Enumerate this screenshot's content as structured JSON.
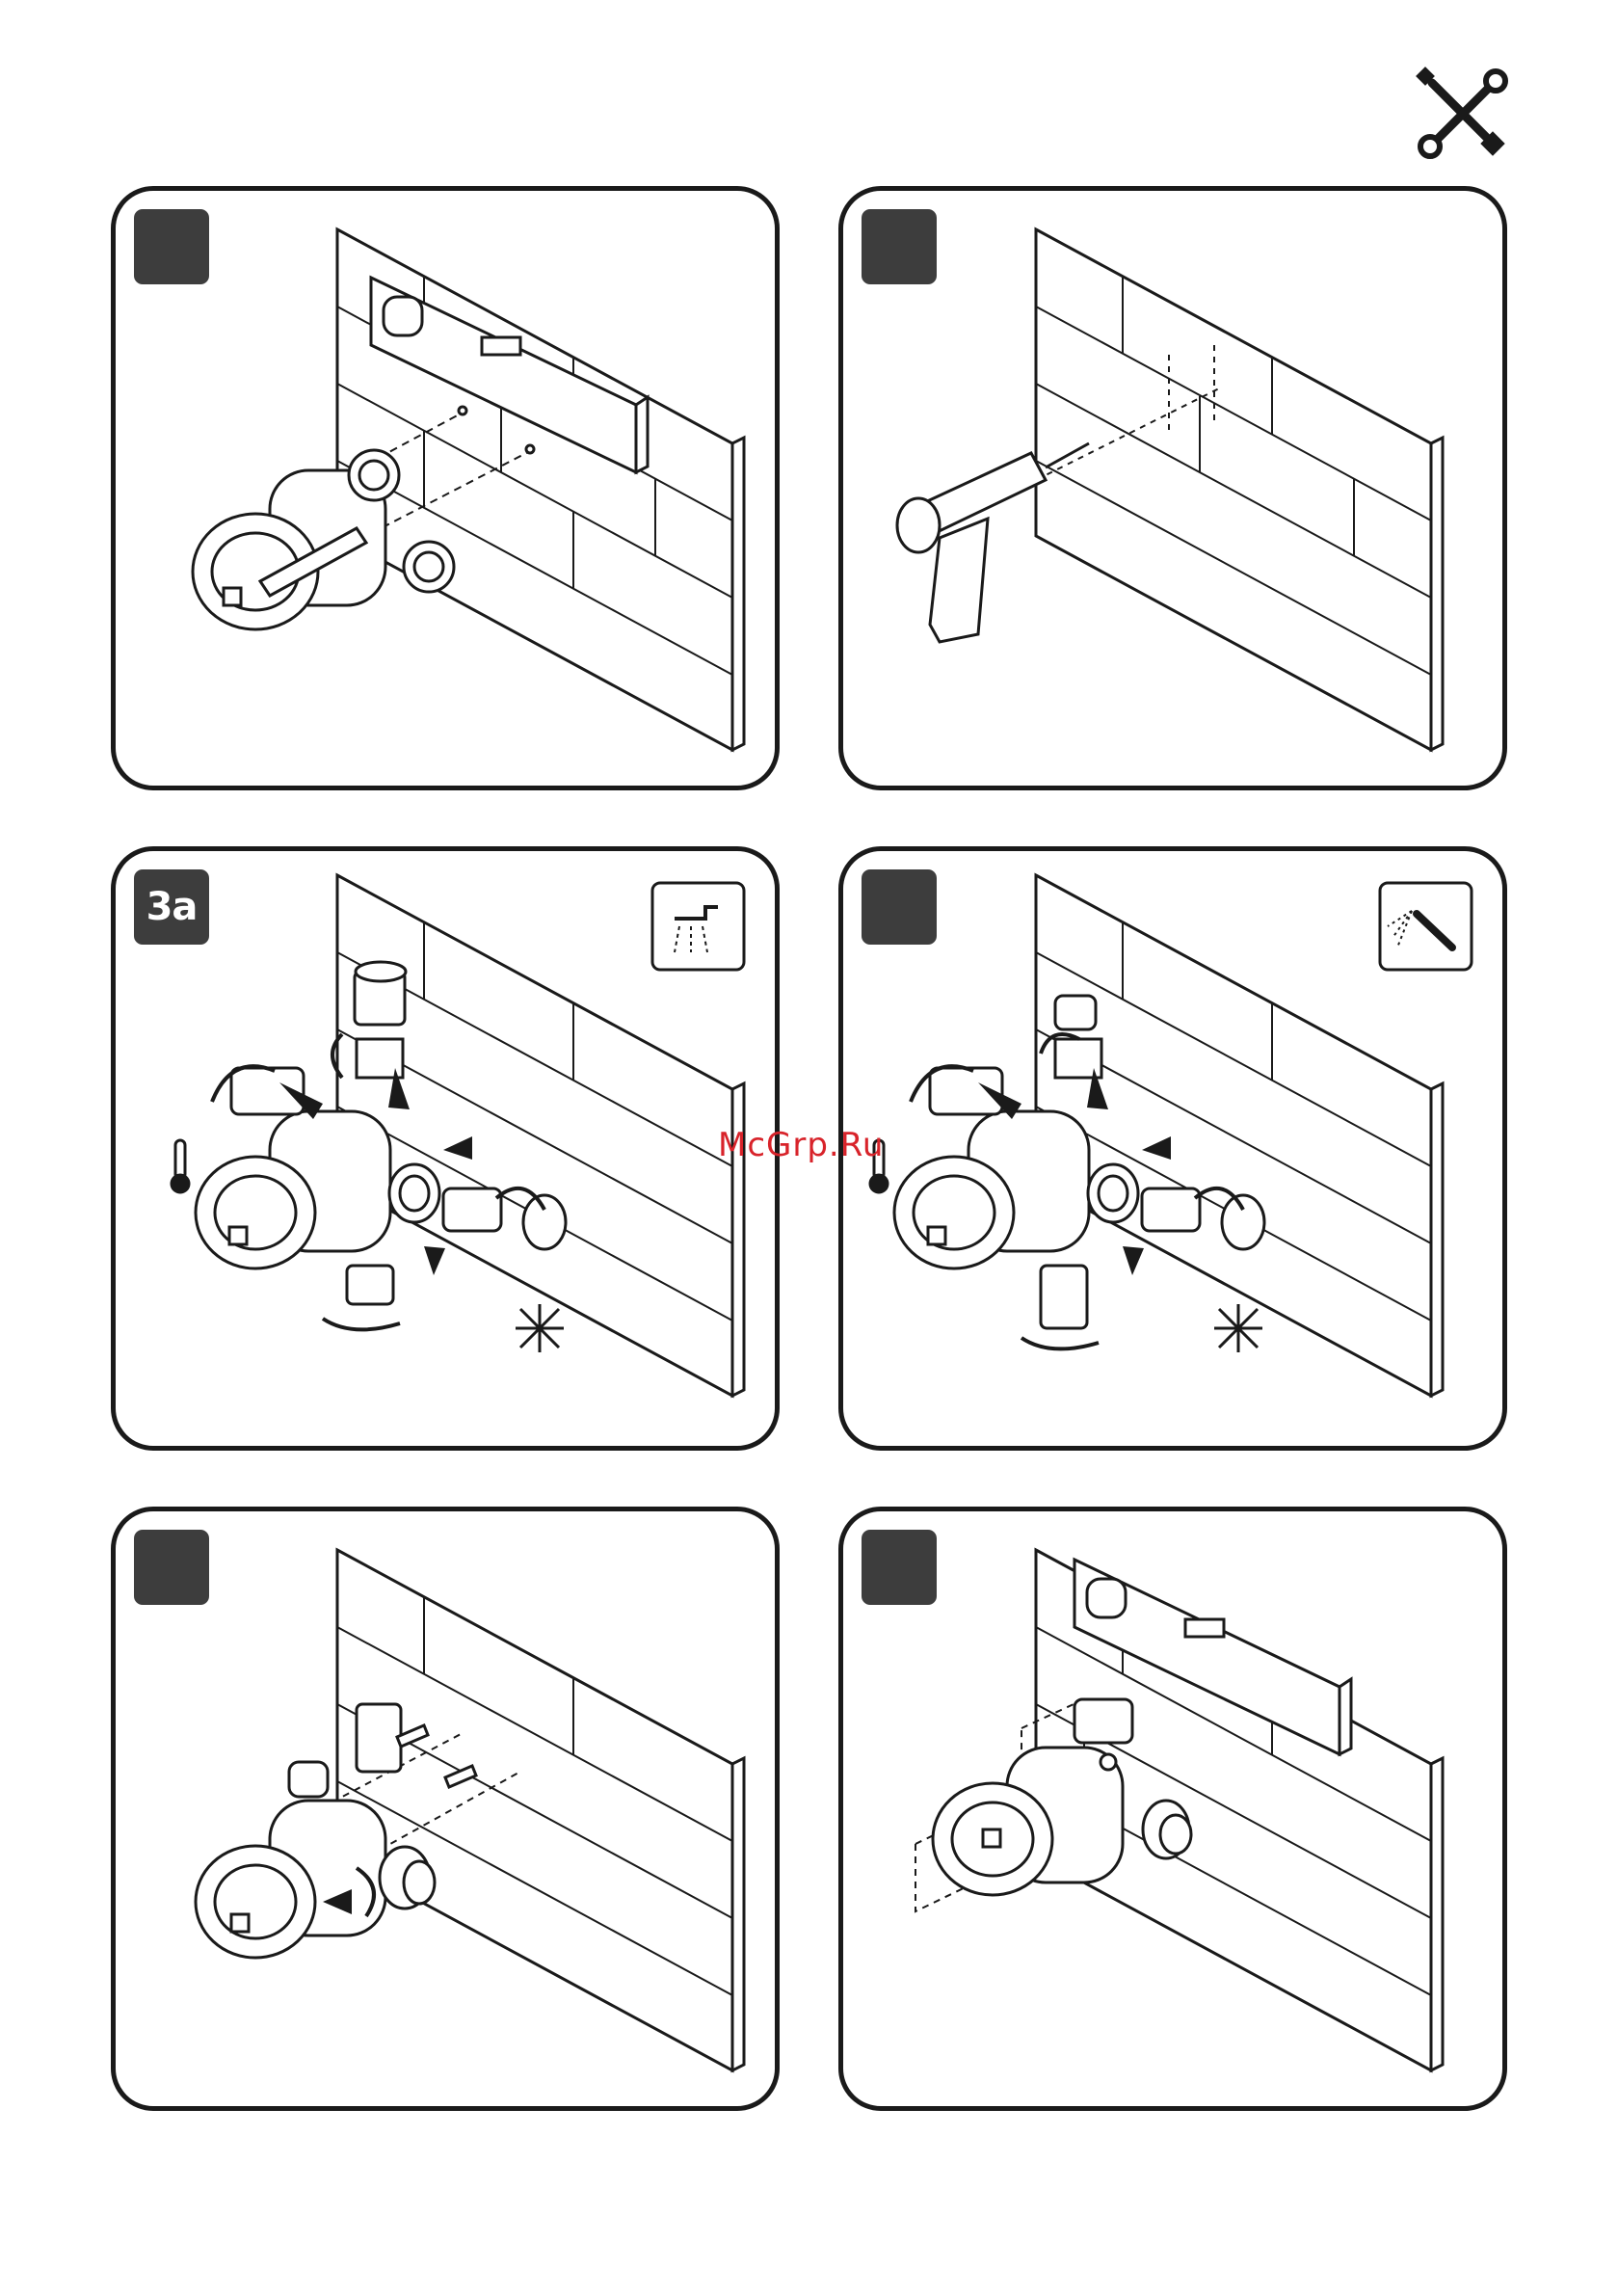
{
  "header": {
    "tools_icon": "wrench-screwdriver-icon"
  },
  "watermark": {
    "text": "McGrp.Ru"
  },
  "panels": [
    {
      "badge": "",
      "icon": null,
      "description": "valve-level-marking"
    },
    {
      "badge": "",
      "icon": null,
      "description": "drill-holes"
    },
    {
      "badge": "3a",
      "icon": "overhead-shower-icon",
      "description": "fittings-shower"
    },
    {
      "badge": "",
      "icon": "hand-shower-icon",
      "description": "fittings-handshower"
    },
    {
      "badge": "",
      "icon": null,
      "description": "mount-screws"
    },
    {
      "badge": "",
      "icon": null,
      "description": "level-check"
    }
  ],
  "colors": {
    "line": "#1a1a1a",
    "badge": "#3d3d3d",
    "watermark": "#d8232a"
  }
}
